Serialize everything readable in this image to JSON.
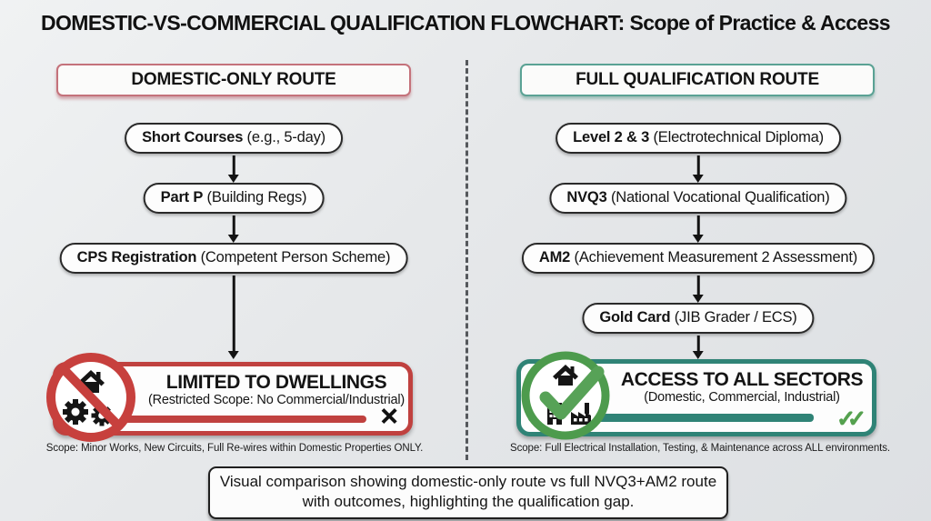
{
  "title": "DOMESTIC-VS-COMMERCIAL QUALIFICATION FLOWCHART: Scope of Practice & Access",
  "columns": {
    "domestic": {
      "header": "DOMESTIC-ONLY ROUTE",
      "steps": [
        {
          "bold": "Short Courses",
          "rest": " (e.g., 5-day)"
        },
        {
          "bold": "Part P",
          "rest": " (Building Regs)"
        },
        {
          "bold": "CPS Registration",
          "rest": " (Competent Person Scheme)"
        }
      ],
      "outcome": {
        "title": "LIMITED TO DWELLINGS",
        "subtitle": "(Restricted Scope: No Commercial/Industrial)",
        "fail_mark": "✕"
      },
      "scope": "Scope: Minor Works, New Circuits, Full Re-wires within Domestic Properties ONLY."
    },
    "full": {
      "header": "FULL QUALIFICATION ROUTE",
      "steps": [
        {
          "bold": "Level 2 & 3",
          "rest": " (Electrotechnical Diploma)"
        },
        {
          "bold": "NVQ3",
          "rest": " (National Vocational Qualification)"
        },
        {
          "bold": "AM2",
          "rest": " (Achievement Measurement 2 Assessment)"
        },
        {
          "bold": "Gold Card",
          "rest": " (JIB Grader / ECS)"
        }
      ],
      "outcome": {
        "title": "ACCESS TO ALL SECTORS",
        "subtitle": "(Domestic, Commercial, Industrial)",
        "pass_marks": "✓✓"
      },
      "scope": "Scope: Full Electrical Installation, Testing, & Maintenance across ALL environments."
    }
  },
  "caption": {
    "line1": "Visual comparison showing domestic-only route vs full NVQ3+AM2 route",
    "line2": "with outcomes, highlighting the qualification gap."
  },
  "icons": {
    "prohibited_badge": "no-symbol over house and gears",
    "approved_badge": "check over house, building, factory",
    "fail_mark_glyph": "✕",
    "pass_marks_glyph": "✓✓"
  },
  "colors": {
    "domestic_accent": "#c0413f",
    "full_accent": "#2f8376",
    "check_green": "#55a14f",
    "node_border": "#2a2a2a",
    "background": "#e6e8ea"
  }
}
